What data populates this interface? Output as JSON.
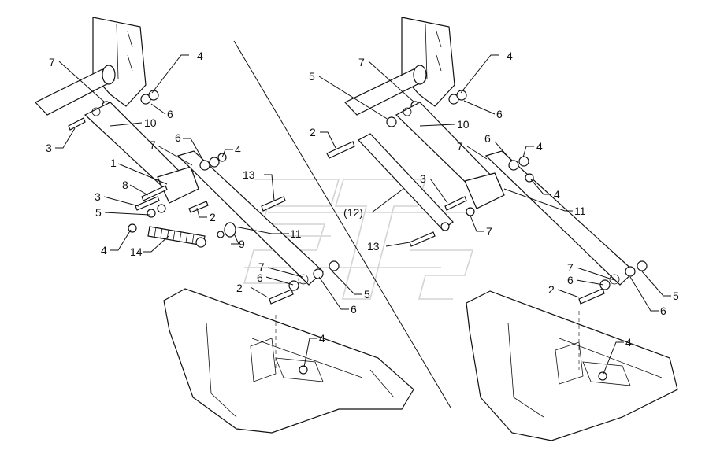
{
  "callouts": {
    "left": [
      {
        "id": "L7a",
        "text": "7"
      },
      {
        "id": "L4a",
        "text": "4"
      },
      {
        "id": "L6a",
        "text": "6"
      },
      {
        "id": "L10",
        "text": "10"
      },
      {
        "id": "L3a",
        "text": "3"
      },
      {
        "id": "L6b",
        "text": "6"
      },
      {
        "id": "L7b",
        "text": "7"
      },
      {
        "id": "L4b",
        "text": "4"
      },
      {
        "id": "L1",
        "text": "1"
      },
      {
        "id": "L13",
        "text": "13"
      },
      {
        "id": "L8",
        "text": "8"
      },
      {
        "id": "L3b",
        "text": "3"
      },
      {
        "id": "L2a",
        "text": "2"
      },
      {
        "id": "L5a",
        "text": "5"
      },
      {
        "id": "L11",
        "text": "11"
      },
      {
        "id": "L4c",
        "text": "4"
      },
      {
        "id": "L14",
        "text": "14"
      },
      {
        "id": "L9",
        "text": "9"
      },
      {
        "id": "L7c",
        "text": "7"
      },
      {
        "id": "L6c",
        "text": "6"
      },
      {
        "id": "L2b",
        "text": "2"
      },
      {
        "id": "L5b",
        "text": "5"
      },
      {
        "id": "L6d",
        "text": "6"
      },
      {
        "id": "L4d",
        "text": "4"
      }
    ],
    "right": [
      {
        "id": "R7a",
        "text": "7"
      },
      {
        "id": "R4a",
        "text": "4"
      },
      {
        "id": "R5a",
        "text": "5"
      },
      {
        "id": "R6a",
        "text": "6"
      },
      {
        "id": "R10",
        "text": "10"
      },
      {
        "id": "R2a",
        "text": "2"
      },
      {
        "id": "R7b",
        "text": "7"
      },
      {
        "id": "R6b",
        "text": "6"
      },
      {
        "id": "R4b",
        "text": "4"
      },
      {
        "id": "R3",
        "text": "3"
      },
      {
        "id": "R4c",
        "text": "4"
      },
      {
        "id": "R12",
        "text": "(12)"
      },
      {
        "id": "R11",
        "text": "11"
      },
      {
        "id": "R7c",
        "text": "7"
      },
      {
        "id": "R13",
        "text": "13"
      },
      {
        "id": "R7d",
        "text": "7"
      },
      {
        "id": "R6c",
        "text": "6"
      },
      {
        "id": "R2b",
        "text": "2"
      },
      {
        "id": "R5b",
        "text": "5"
      },
      {
        "id": "R6d",
        "text": "6"
      },
      {
        "id": "R4d",
        "text": "4"
      }
    ]
  }
}
